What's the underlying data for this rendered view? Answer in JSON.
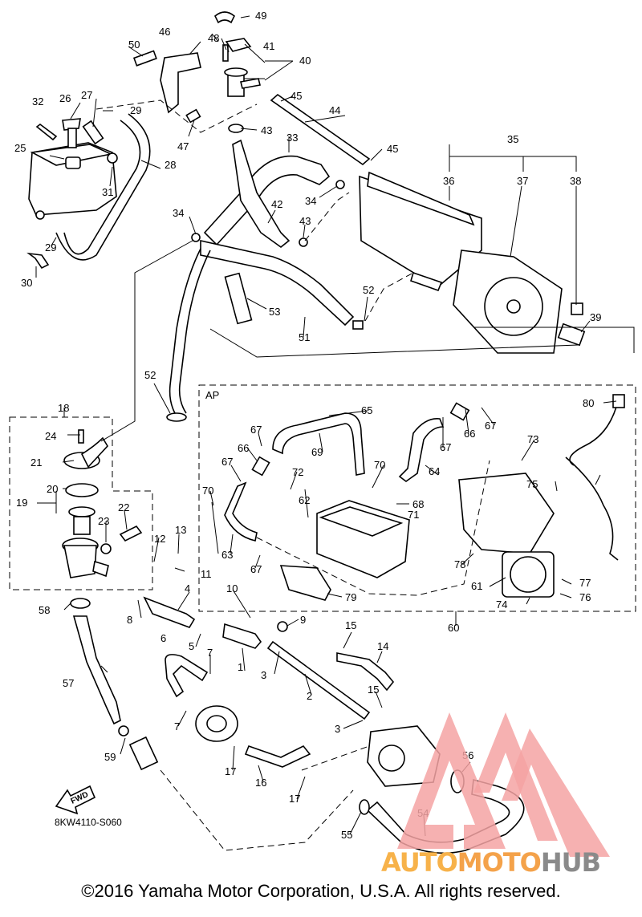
{
  "diagram": {
    "catalog_code": "8KW4110-S060",
    "fwd_label": "FWD",
    "ap_label": "AP",
    "copyright": "©2016 Yamaha Motor Corporation, U.S.A. All rights reserved.",
    "watermark": {
      "word1": "AUTO",
      "word2": "MOTO",
      "word3": "HUB"
    },
    "callouts": [
      "1",
      "2",
      "3",
      "3",
      "4",
      "5",
      "6",
      "7",
      "7",
      "8",
      "9",
      "10",
      "11",
      "12",
      "13",
      "15",
      "15",
      "14",
      "16",
      "17",
      "17",
      "18",
      "19",
      "20",
      "21",
      "22",
      "23",
      "24",
      "25",
      "26",
      "27",
      "28",
      "29",
      "29",
      "30",
      "31",
      "32",
      "33",
      "34",
      "34",
      "35",
      "36",
      "37",
      "38",
      "39",
      "40",
      "41",
      "42",
      "43",
      "43",
      "44",
      "45",
      "45",
      "46",
      "47",
      "48",
      "49",
      "50",
      "51",
      "52",
      "52",
      "53",
      "54",
      "55",
      "56",
      "57",
      "58",
      "59",
      "60",
      "61",
      "62",
      "63",
      "64",
      "65",
      "66",
      "66",
      "67",
      "67",
      "67",
      "67",
      "67",
      "68",
      "69",
      "70",
      "70",
      "71",
      "72",
      "73",
      "74",
      "75",
      "76",
      "77",
      "78",
      "79",
      "80"
    ]
  }
}
